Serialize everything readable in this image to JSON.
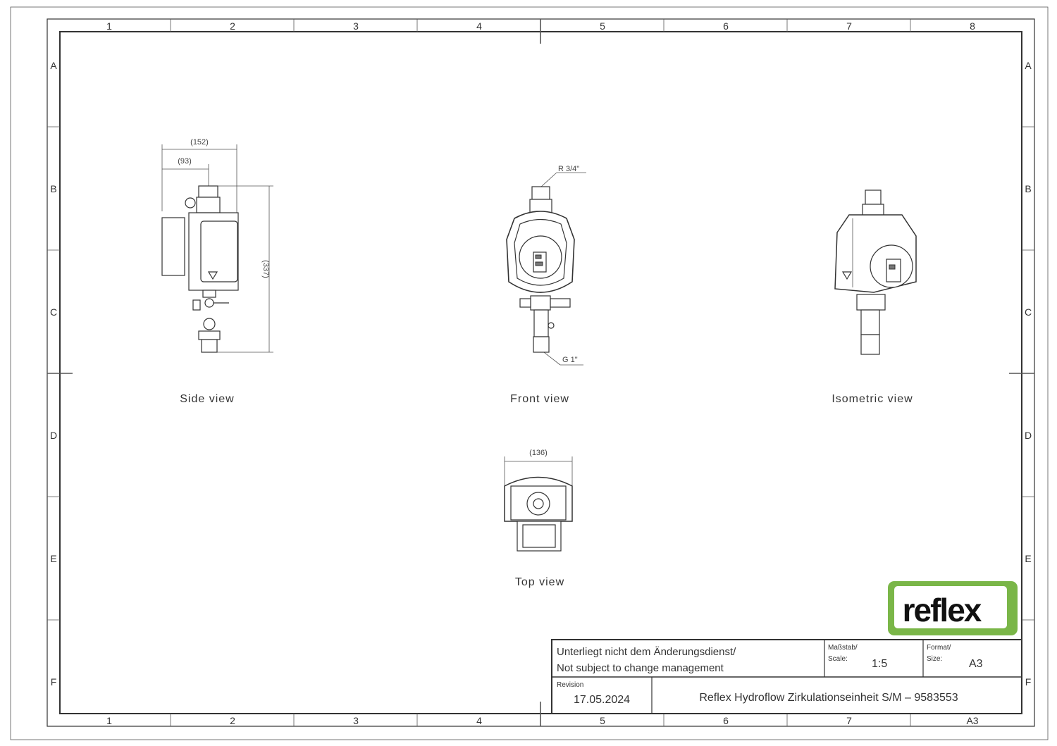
{
  "grid": {
    "columns": [
      "1",
      "2",
      "3",
      "4",
      "5",
      "6",
      "7",
      "8"
    ],
    "rows": [
      "A",
      "B",
      "C",
      "D",
      "E",
      "F"
    ],
    "bottom_columns": [
      "1",
      "2",
      "3",
      "4",
      "5",
      "6",
      "7",
      "A3"
    ]
  },
  "views": {
    "side": {
      "label": "Side view",
      "dims": [
        "(152)",
        "(93)",
        "(337)"
      ]
    },
    "front": {
      "label": "Front view",
      "thread_top": "R 3/4\"",
      "thread_bottom": "G 1\""
    },
    "isometric": {
      "label": "Isometric view"
    },
    "top": {
      "label": "Top view",
      "dims": [
        "(136)"
      ]
    }
  },
  "logo": {
    "text": "reflex",
    "color": "#7ab648"
  },
  "title_block": {
    "note_de": "Unterliegt nicht dem Änderungsdienst/",
    "note_en": "Not subject to change management",
    "scale_label_de": "Maßstab/",
    "scale_label_en": "Scale:",
    "scale": "1:5",
    "size_label_de": "Format/",
    "size_label_en": "Size:",
    "size": "A3",
    "revision_label": "Revision",
    "revision": "17.05.2024",
    "title": "Reflex Hydroflow Zirkulationseinheit S/M – 9583553"
  }
}
